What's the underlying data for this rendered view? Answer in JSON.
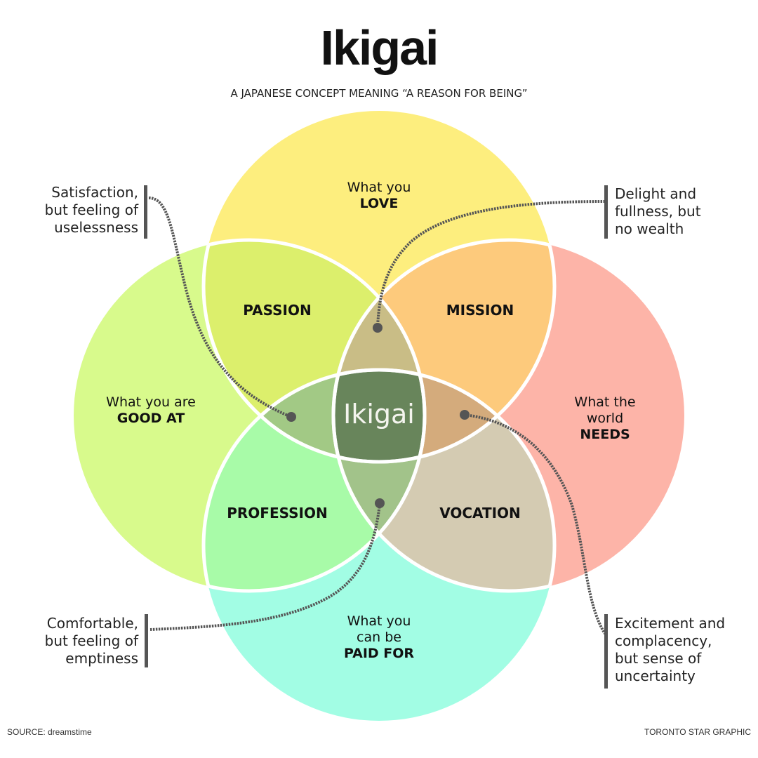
{
  "header": {
    "title": "Ikigai",
    "subtitle": "A JAPANESE CONCEPT MEANING “A REASON FOR BEING”"
  },
  "circles": {
    "love": {
      "line1": "What you",
      "bold": "LOVE",
      "color": "#fdee7e"
    },
    "good_at": {
      "line1": "What you are",
      "bold": "GOOD AT",
      "color": "#d8fa8c"
    },
    "needs": {
      "line1": "What the",
      "line2": "world",
      "bold": "NEEDS",
      "color": "#fdb4a8"
    },
    "paid_for": {
      "line1": "What you",
      "line2": "can be",
      "bold": "PAID FOR",
      "color": "#a2fde4"
    }
  },
  "overlaps": {
    "passion": {
      "label": "PASSION",
      "color": "#dcef6c"
    },
    "mission": {
      "label": "MISSION",
      "color": "#fdca7c"
    },
    "profession": {
      "label": "PROFESSION",
      "color": "#a8fba8"
    },
    "vocation": {
      "label": "VOCATION",
      "color": "#d4cbb2"
    },
    "love_good_needs": {
      "color": "#c9bd86"
    },
    "love_good_paid": {
      "color": "#a2c985"
    },
    "love_needs_paid": {
      "color": "#d4ab7c"
    },
    "good_needs_paid": {
      "color": "#a2c38a"
    },
    "center": {
      "label": "Ikigai",
      "color": "#68855b"
    }
  },
  "annotations": {
    "top_left": [
      "Satisfaction,",
      "but feeling of",
      "uselessness"
    ],
    "top_right": [
      "Delight and",
      "fullness, but",
      "no wealth"
    ],
    "bottom_left": [
      "Comfortable,",
      "but feeling of",
      "emptiness"
    ],
    "bottom_right": [
      "Excitement and",
      "complacency,",
      "but sense of",
      "uncertainty"
    ]
  },
  "footer": {
    "source": "SOURCE: dreamstime",
    "credit": "TORONTO STAR GRAPHIC"
  }
}
